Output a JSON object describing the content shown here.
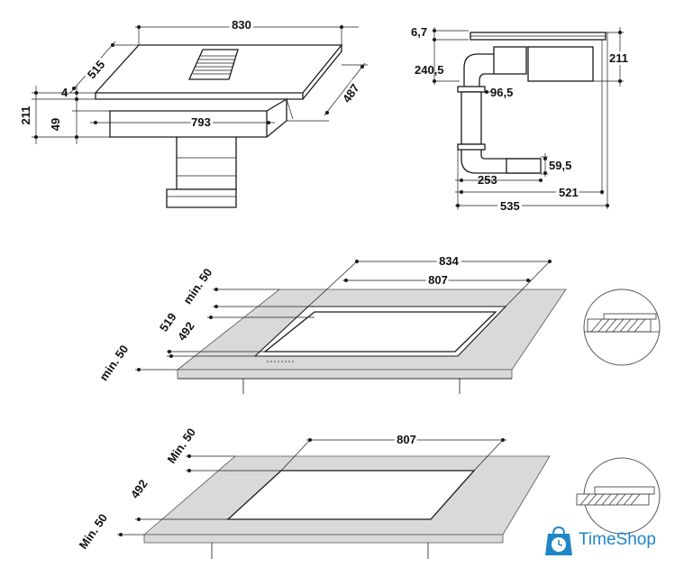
{
  "top_view_3d": {
    "width_830": "830",
    "depth_515": "515",
    "thickness_4": "4",
    "height_211": "211",
    "depth_49": "49",
    "cutout_793": "793",
    "depth_487": "487"
  },
  "side_view": {
    "d_6_7": "6,7",
    "d_240_5": "240,5",
    "d_211": "211",
    "d_96_5": "96,5",
    "d_59_5": "59,5",
    "d_253": "253",
    "d_521": "521",
    "d_535": "535"
  },
  "install_flush": {
    "w_834": "834",
    "w_807": "807",
    "min50_top": "min. 50",
    "d_519": "519",
    "d_492": "492",
    "min50_left": "min. 50"
  },
  "install_top": {
    "w_807": "807",
    "min50_top": "Min. 50",
    "d_492": "492",
    "min50_left": "Min. 50"
  },
  "logo": {
    "text": "TimeShop",
    "color": "#1f87c7"
  }
}
